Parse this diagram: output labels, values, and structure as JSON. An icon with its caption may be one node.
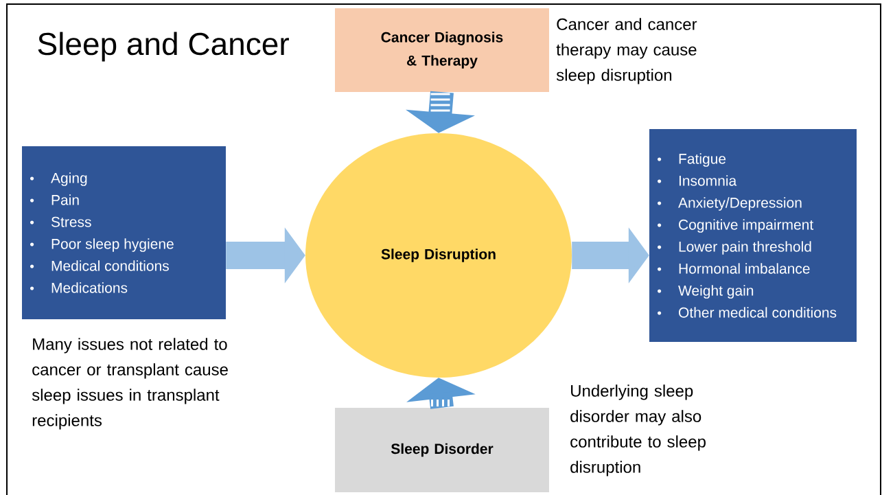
{
  "diagram": {
    "title": "Sleep and Cancer",
    "nodes": [
      {
        "text": [
          "Cancer Diagnosis & Therapy"
        ],
        "beside": [
          "Cancer and cancer therapy may cause sleep disruption"
        ]
      },
      {
        "text": [
          "Aging",
          "Pain",
          "Stress",
          "Poor sleep hygiene",
          "Medical conditions",
          "Medications"
        ],
        "beside": [
          "Many issues not related to cancer or transplant cause sleep issues in transplant recipients"
        ]
      },
      {
        "text": [
          "Sleep Disruption"
        ]
      },
      {
        "text": [
          "Fatigue",
          "Insomnia",
          "Anxiety/Depression",
          "Cognitive impairment",
          "Lower pain threshold",
          "Hormonal imbalance",
          "Weight gain",
          "Other medical conditions"
        ]
      },
      {
        "text": [
          "Sleep Disorder"
        ]
      }
    ],
    "edges": [
      {
        "from": 0,
        "to": 2,
        "arrow": "to",
        "color": "#5b9bd5"
      },
      {
        "from": 1,
        "to": 2,
        "arrow": "to",
        "color": "#9dc3e6"
      },
      {
        "from": 2,
        "to": 3,
        "arrow": "to",
        "color": "#9dc3e6"
      },
      {
        "from": 4,
        "to": 2,
        "arrow": "to",
        "color": "#5b9bd5"
      }
    ],
    "labels": [
      "Underlying sleep disorder may also contribute to sleep disruption"
    ]
  }
}
